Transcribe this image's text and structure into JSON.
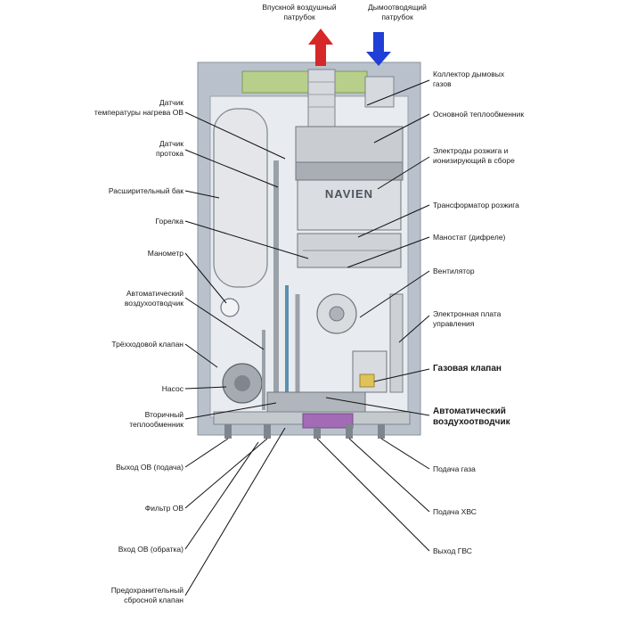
{
  "top": {
    "intake": "Впускной воздушный\nпатрубок",
    "exhaust": "Дымоотводящий\nпатрубок"
  },
  "left": [
    "Датчик\nтемпературы нагрева ОВ",
    "Датчик\nпротока",
    "Расширительный бак",
    "Горелка",
    "Манометр",
    "Автоматический\nвоздухоотводчик",
    "Трёхходовой  клапан",
    "Насос",
    "Вторичный\nтеплообменник"
  ],
  "right": [
    "Коллектор  дымовых\nгазов",
    "Основной теплообменник",
    "Электроды розжига и\nионизирующий в сборе",
    "Трансформатор розжига",
    "Маностат (дифреле)",
    "Вентилятор",
    "Электронная плата\nуправления",
    "Газовая клапан",
    "Автоматический\nвоздухоотводчик"
  ],
  "bottom_left": [
    "Выход ОВ (подача)",
    "Фильтр  ОВ",
    "Вход ОВ (обратка)",
    "Предохранительный\nсбросной клапан"
  ],
  "bottom_right": [
    "Подача газа",
    "Подача ХВС",
    "Выход ГВС"
  ],
  "brand": "NAVIEN",
  "colors": {
    "intake_arrow": "#d62828",
    "exhaust_arrow": "#1f3fd6",
    "casing": "#b9c2cc",
    "inner": "#e8ebef"
  }
}
